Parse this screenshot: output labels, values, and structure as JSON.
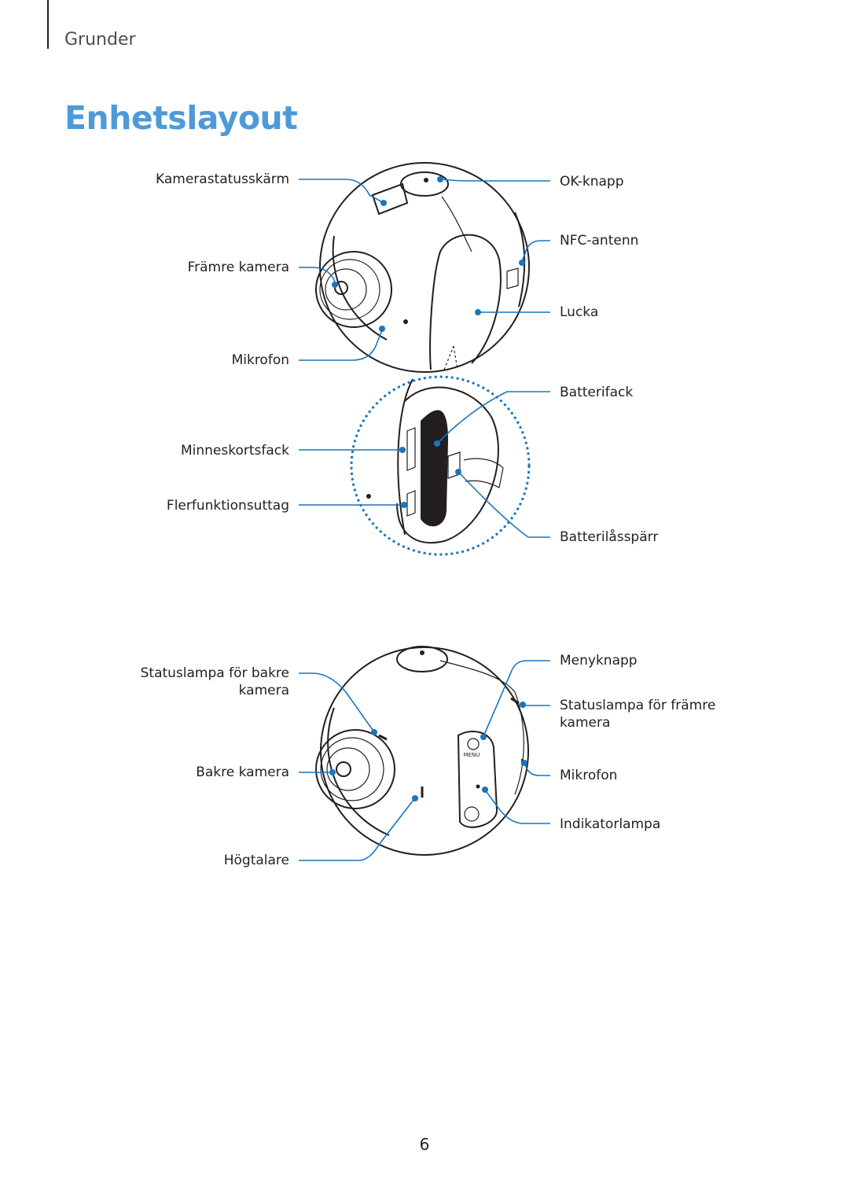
{
  "header": {
    "section": "Grunder"
  },
  "title": "Enhetslayout",
  "top_figure": {
    "labels_left": {
      "status_screen": "Kamerastatusskärm",
      "front_camera": "Främre kamera",
      "microphone": "Mikrofon",
      "memory_card_slot": "Minneskortsfack",
      "multipurpose_jack": "Flerfunktionsuttag"
    },
    "labels_right": {
      "ok_button": "OK-knapp",
      "nfc_antenna": "NFC-antenn",
      "cover": "Lucka",
      "battery_compartment": "Batterifack",
      "battery_lock": "Batterilåsspärr"
    }
  },
  "bottom_figure": {
    "labels_left": {
      "rear_status_light_1": "Statuslampa för bakre",
      "rear_status_light_2": "kamera",
      "rear_camera": "Bakre kamera",
      "speaker": "Högtalare"
    },
    "labels_right": {
      "menu_button": "Menyknapp",
      "front_status_light_1": "Statuslampa för främre",
      "front_status_light_2": "kamera",
      "microphone": "Mikrofon",
      "indicator_light": "Indikatorlampa"
    },
    "device_text": {
      "menu": "MENU"
    }
  },
  "page_number": "6"
}
